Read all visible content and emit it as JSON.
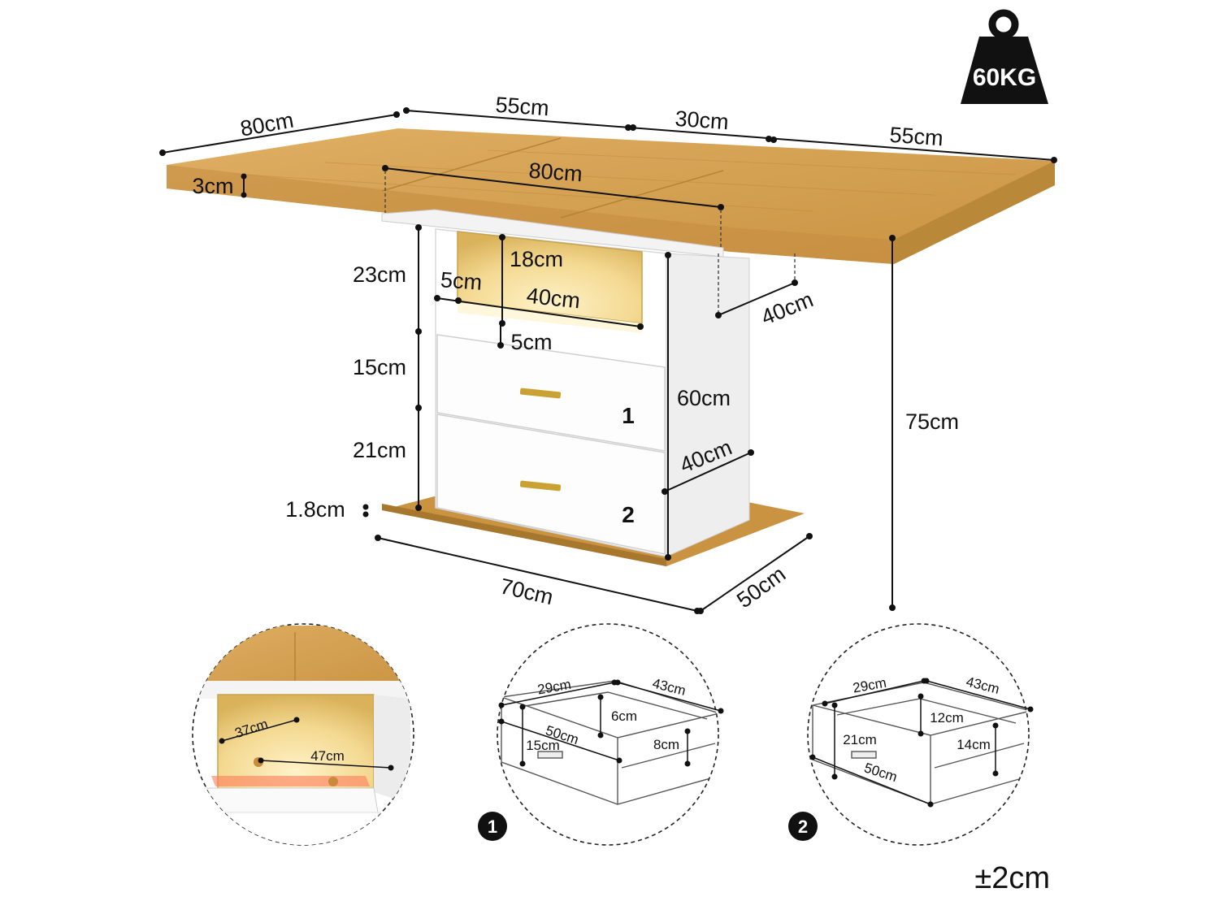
{
  "weight": {
    "label": "60KG"
  },
  "dimensions": {
    "top_depth": "80cm",
    "top_thickness": "3cm",
    "leaf_left_width": "55cm",
    "middle_extension": "30cm",
    "leaf_right_width": "55cm",
    "center_opening_width": "80cm",
    "top_compartment_height": "23cm",
    "light_panel_height": "18cm",
    "light_side_margin": "5cm",
    "light_panel_width": "40cm",
    "light_bottom_margin": "5cm",
    "extension_depth": "40cm",
    "drawer1_height": "15cm",
    "cabinet_height": "60cm",
    "total_height": "75cm",
    "drawer2_height": "21cm",
    "cabinet_depth": "40cm",
    "base_thickness": "1.8cm",
    "base_width": "70cm",
    "base_depth": "50cm"
  },
  "details": {
    "compartment": {
      "depth": "37cm",
      "width": "47cm"
    },
    "drawer1": {
      "badge": "1",
      "front_width": "29cm",
      "side_length": "43cm",
      "inner_height": "6cm",
      "outer_height": "15cm",
      "bottom_length": "50cm",
      "back_height": "8cm"
    },
    "drawer2": {
      "badge": "2",
      "front_width": "29cm",
      "side_length": "43cm",
      "inner_height": "12cm",
      "outer_height": "21cm",
      "bottom_length": "50cm",
      "back_height": "14cm"
    }
  },
  "drawer_numbers": [
    "1",
    "2"
  ],
  "tolerance": "±2cm",
  "colors": {
    "wood": "#d9a75a",
    "wood_dark": "#b98838",
    "cabinet": "#ffffff",
    "light": "#f5d98a",
    "handle": "#c9a233"
  }
}
